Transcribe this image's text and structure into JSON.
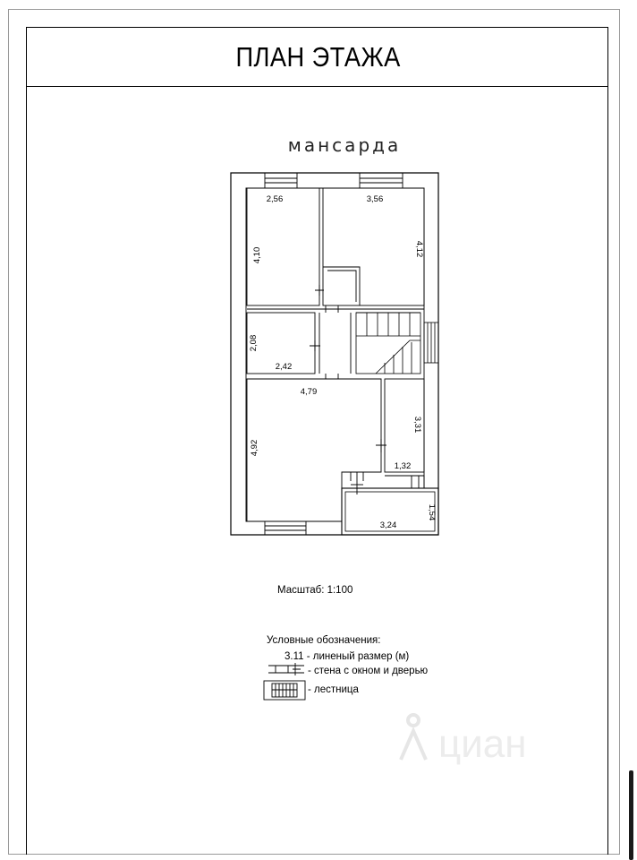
{
  "page": {
    "title": "ПЛАН ЭТАЖА",
    "floor_label": "мансарда"
  },
  "plan": {
    "rooms": [
      {
        "id": "bedroom-left",
        "width": "2,56",
        "length": "4,10"
      },
      {
        "id": "bedroom-right",
        "width": "3,56",
        "length": "4,12"
      },
      {
        "id": "small-room",
        "width": "2,42",
        "length": "2,08"
      },
      {
        "id": "large-room",
        "width": "4,79",
        "length": "4,92"
      },
      {
        "id": "side-room",
        "width": "1,32",
        "length": "3,31"
      },
      {
        "id": "balcony",
        "width": "3,24",
        "length": "1,54"
      }
    ]
  },
  "scale": {
    "text": "Масштаб: 1:100"
  },
  "legend": {
    "title": "Условные обозначения:",
    "dimension": "3.11 - линеный размер (м)",
    "wall": "- стена с окном и дверью",
    "stairs": "- лестница"
  },
  "watermark": {
    "text": "циан",
    "icon": "cian-logo-icon"
  },
  "colors": {
    "line": "#000000",
    "frame_outer": "#9a9a9a",
    "watermark": "#e6e6e6"
  }
}
